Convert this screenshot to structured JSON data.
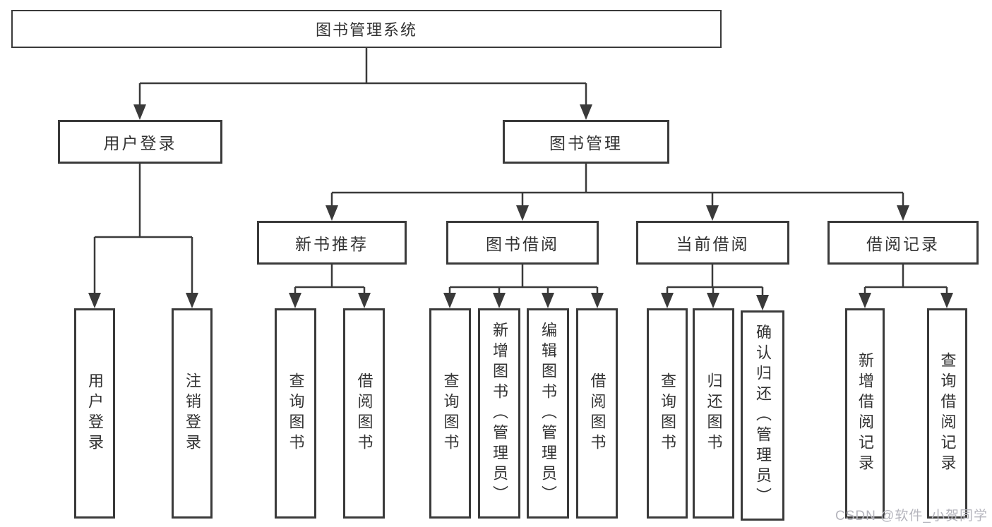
{
  "tree": {
    "root": {
      "label": "图书管理系统"
    },
    "children": [
      {
        "label": "用户登录",
        "children": [
          {
            "label": "用户登录"
          },
          {
            "label": "注销登录"
          }
        ]
      },
      {
        "label": "图书管理",
        "children": [
          {
            "label": "新书推荐",
            "children": [
              {
                "label": "查询图书"
              },
              {
                "label": "借阅图书"
              }
            ]
          },
          {
            "label": "图书借阅",
            "children": [
              {
                "label": "查询图书"
              },
              {
                "label": "新增图书（管理员）"
              },
              {
                "label": "编辑图书（管理员）"
              },
              {
                "label": "借阅图书"
              }
            ]
          },
          {
            "label": "当前借阅",
            "children": [
              {
                "label": "查询图书"
              },
              {
                "label": "归还图书"
              },
              {
                "label": "确认归还（管理员）"
              }
            ]
          },
          {
            "label": "借阅记录",
            "children": [
              {
                "label": "新增借阅记录"
              },
              {
                "label": "查询借阅记录"
              }
            ]
          }
        ]
      }
    ]
  },
  "watermark": {
    "text": "CSDN @软件_小贺同学"
  },
  "colors": {
    "line": "#3a3a3a",
    "text": "#333333",
    "background": "#ffffff",
    "watermark_text": "#b5b5bd"
  }
}
